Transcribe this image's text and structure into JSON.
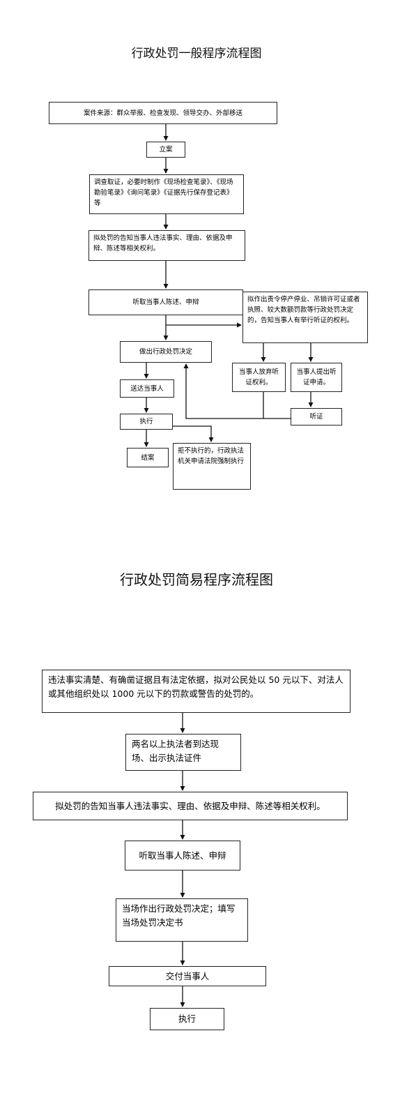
{
  "diagram1": {
    "title": "行政处罚一般程序流程图",
    "source": "案件来源：群众举报、检查发现、领导交办、外部移送",
    "register": "立案",
    "investigate": "调查取证，必要时制作《现场检查笔录》、《现场勘验笔录》《询问笔录》《证据先行保存登记表》等",
    "notify": "拟处罚的告知当事人违法事实、理由、依据及申辩、陈述等相关权利。",
    "hear_statement": "听取当事人陈述、申辩",
    "hearing_notice": "拟作出责令停产停业、吊销许可证或者执照、较大数额罚款等行政处罚决定的，告知当事人有举行听证的权利。",
    "make_decision": "做出行政处罚决定",
    "waive_hearing": "当事人放弃听证权利。",
    "request_hearing": "当事人提出听证申请。",
    "deliver": "送达当事人",
    "execute": "执行",
    "hearing": "听证",
    "close_case": "结案",
    "refuse_execute": "拒不执行的，行政执法机关申请法院强制执行"
  },
  "diagram2": {
    "title": "行政处罚简易程序流程图",
    "condition": "违法事实清楚、有确凿证据且有法定依据，拟对公民处以 50 元以下、对法人或其他组织处以 1000 元以下的罚款或警告的处罚的。",
    "officers": "两名以上执法者到达现场、出示执法证件",
    "notify": "拟处罚的告知当事人违法事实、理由、依据及申辩、陈述等相关权利。",
    "hear_statement": "听取当事人陈述、申辩",
    "decide": "当场作出行政处罚决定；填写当场处罚决定书",
    "deliver": "交付当事人",
    "execute": "执行"
  }
}
